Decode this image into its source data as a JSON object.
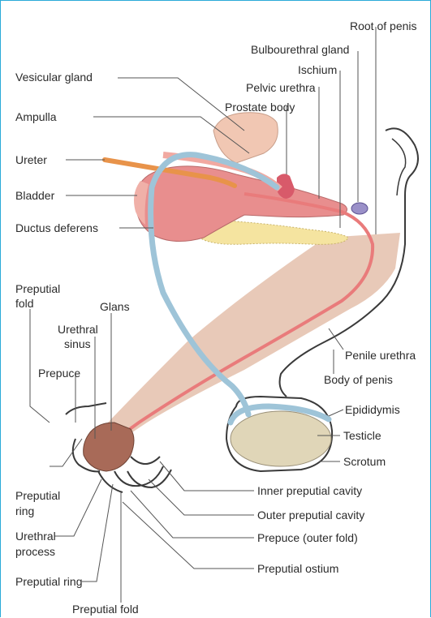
{
  "colors": {
    "frame": "#2aaad8",
    "penis_body": "#e8c9b8",
    "glands_pink": "#f0b0a8",
    "bladder": "#e88e8e",
    "urethra": "#e97b7b",
    "ductus": "#9ec4d8",
    "ureter": "#e8934a",
    "prostate": "#f1c7b3",
    "ischium": "#f5e4a0",
    "testicle": "#e0d6b8",
    "glans": "#a86a58",
    "outline": "#3a3a3a",
    "leader": "#555555"
  },
  "labels": {
    "root_of_penis": "Root of penis",
    "bulbourethral_gland": "Bulbourethral gland",
    "ischium": "Ischium",
    "pelvic_urethra": "Pelvic urethra",
    "prostate_body": "Prostate body",
    "vesicular_gland": "Vesicular gland",
    "ampulla": "Ampulla",
    "ureter": "Ureter",
    "bladder": "Bladder",
    "ductus_deferens": "Ductus deferens",
    "preputial_fold_top_line1": "Preputial",
    "preputial_fold_top_line2": "fold",
    "glans": "Glans",
    "urethral_sinus_line1": "Urethral",
    "urethral_sinus_line2": "sinus",
    "prepuce": "Prepuce",
    "penile_urethra": "Penile urethra",
    "body_of_penis": "Body of penis",
    "epididymis": "Epididymis",
    "testicle": "Testicle",
    "scrotum": "Scrotum",
    "inner_preputial_cavity": "Inner preputial cavity",
    "outer_preputial_cavity": "Outer preputial cavity",
    "prepuce_outer_fold": "Prepuce (outer fold)",
    "preputial_ostium": "Preputial ostium",
    "preputial_ring_left_line1": "Preputial",
    "preputial_ring_left_line2": "ring",
    "urethral_process_line1": "Urethral",
    "urethral_process_line2": "process",
    "preputial_ring_bottom": "Preputial ring",
    "preputial_fold_bottom": "Preputial fold"
  }
}
